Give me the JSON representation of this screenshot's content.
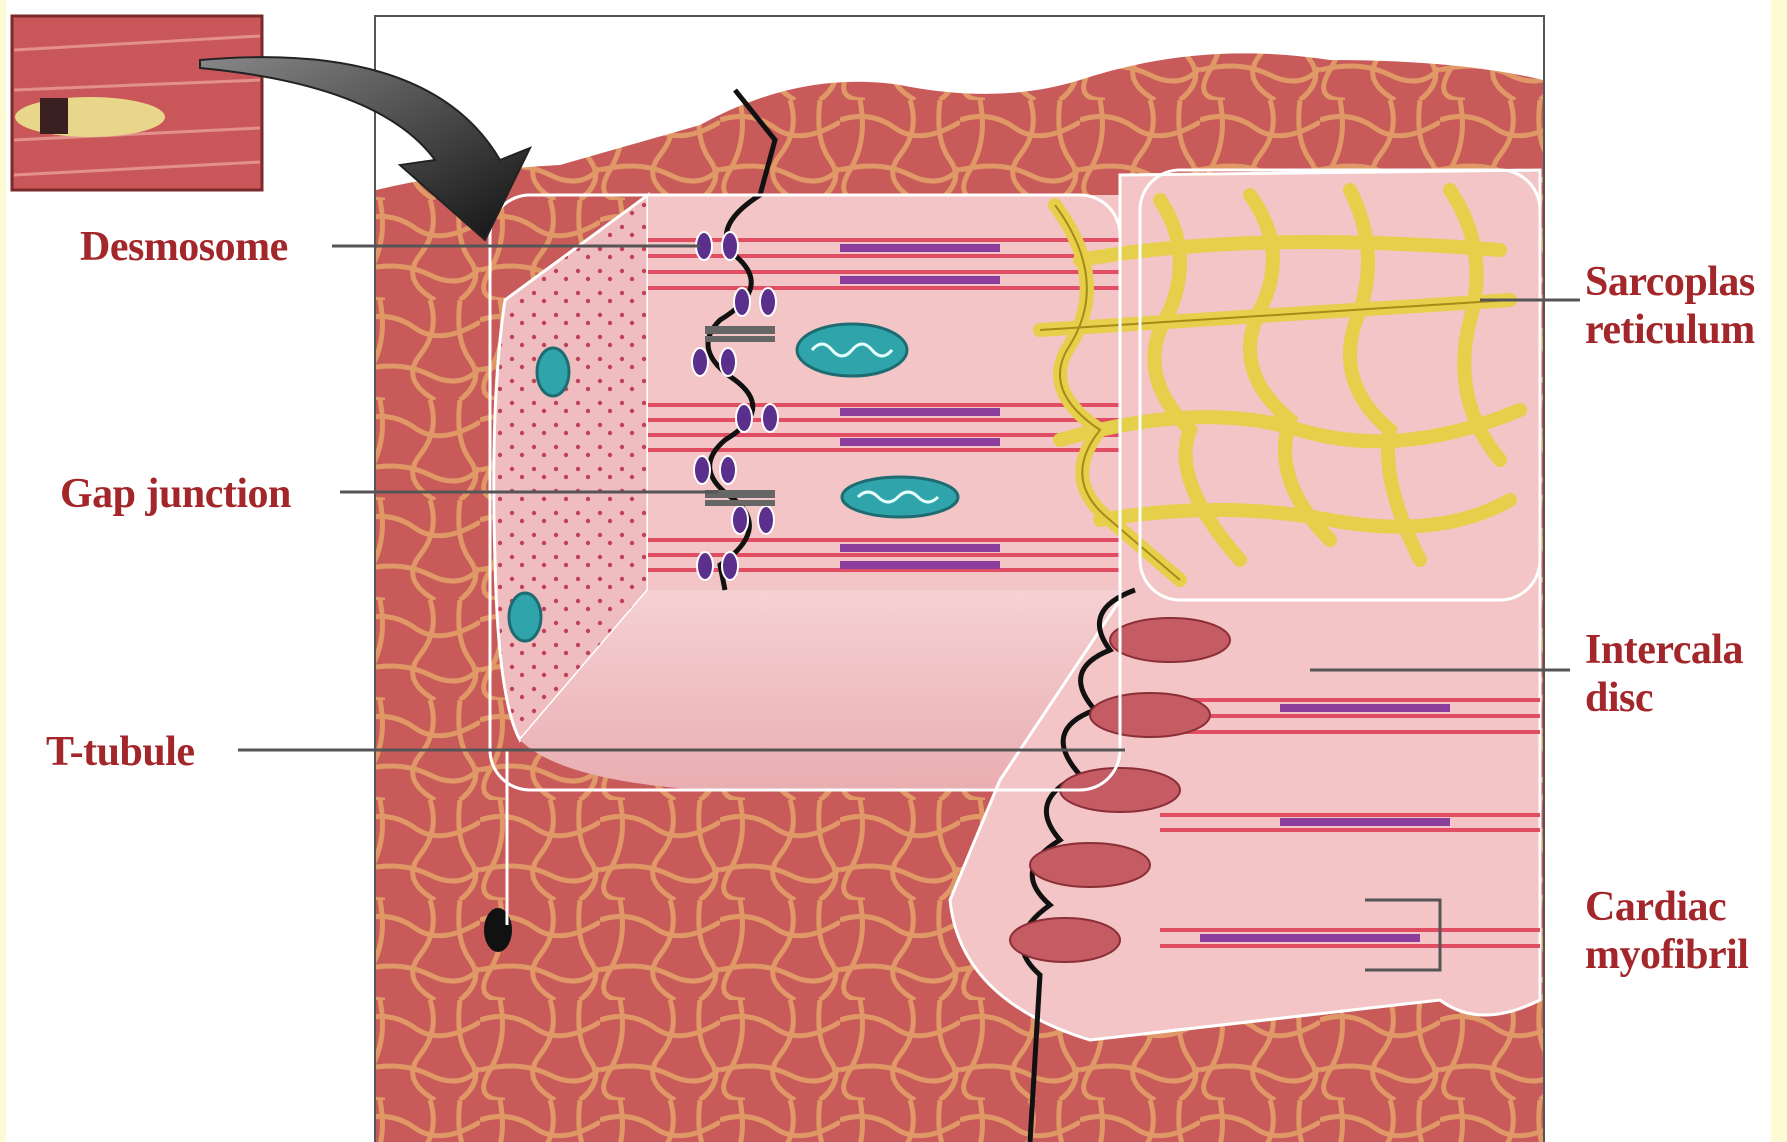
{
  "colors": {
    "label": "#a3262a",
    "side_strip": "#fdfbd4",
    "muscle_dark": "#b54a4c",
    "muscle_mid": "#d46f6d",
    "cell_pink": "#f3c5c7",
    "sarcoplasmic_yellow": "#e6cf4a",
    "mitochondria_teal": "#2fa4aa",
    "myofibril_red": "#e14e63",
    "myofibril_purple": "#8b3e9c"
  },
  "labels": {
    "desmosome": "Desmosome",
    "gap_junction": "Gap junction",
    "t_tubule": "T-tubule",
    "sarcoplasmic_line1": "Sarcoplas",
    "sarcoplasmic_line2": "reticulum",
    "intercalated_line1": "Intercala",
    "intercalated_line2": "disc",
    "cardiac_line1": "Cardiac",
    "cardiac_line2": "myofibril"
  },
  "icons": {
    "zoom_arrow": "curved-arrow-icon",
    "inset": "muscle-tissue-inset"
  }
}
